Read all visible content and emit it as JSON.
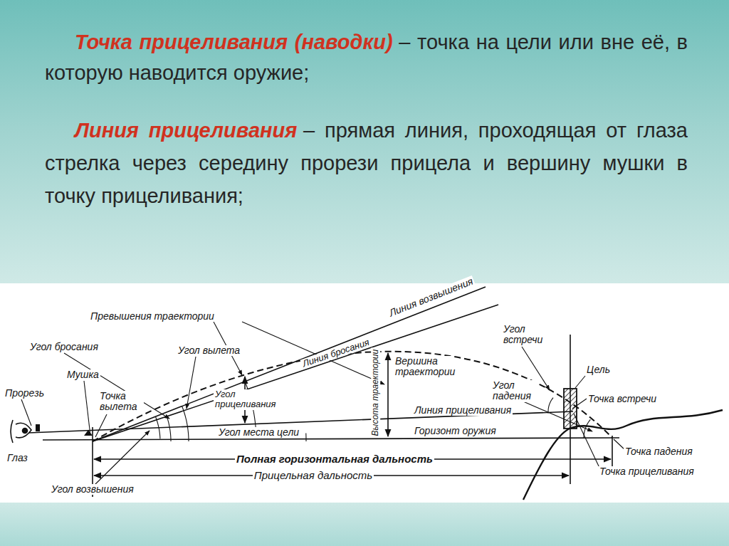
{
  "diagram": {
    "labels": [
      "Точка прицеливания (наводки)",
      "– точка на цели или вне её, в которую наводится оружие;",
      "Линия прицеливания",
      "– прямая линия, проходящая от глаза стрелка через середину прорези прицела и вершину мушки в точку прицеливания;",
      "Превышения траектории",
      "Линия возвышения",
      "Угол бросания",
      "Угол вылета",
      "Линия бросания",
      "Угол встречи",
      "Вершина траектории",
      "Цель",
      "Мушка",
      "Угол падения",
      "Прорезь",
      "Точка вылета",
      "Угол прицеливания",
      "Высота траектории",
      "Точка встречи",
      "Линия прицеливания",
      "Угол места цели",
      "Горизонт оружия",
      "Точка падения",
      "Глаз",
      "Полная горизонтальная дальность",
      "Точка прицеливания",
      "Прицельная дальность",
      "Угол возвышения"
    ]
  }
}
